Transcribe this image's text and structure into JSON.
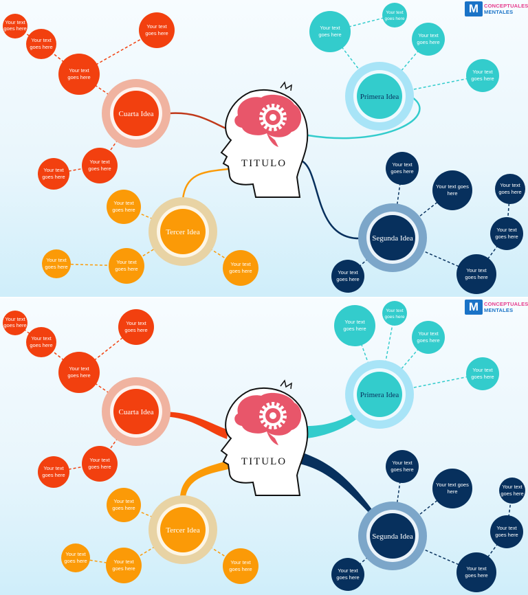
{
  "title": "TITULO",
  "bubble_text": [
    "Your text",
    "goes here"
  ],
  "bubble_text_one_line": [
    "Your text goes",
    "here"
  ],
  "logo": {
    "line1": "CONCEPTUALES",
    "line2": "MENTALES"
  },
  "ideas": {
    "primera": "Primera Idea",
    "segunda": "Segunda Idea",
    "tercer": "Tercer Idea",
    "cuarta": "Cuarta Idea"
  },
  "colors": {
    "red": "#f2400f",
    "red_ring": "#f0b3a0",
    "orange": "#fb9a07",
    "orange_ring": "#e8d3a4",
    "teal": "#33cccc",
    "teal_ring": "#a8e4f7",
    "navy": "#07305d",
    "navy_ring": "#7ca6c9",
    "brain": "#e8566a"
  }
}
